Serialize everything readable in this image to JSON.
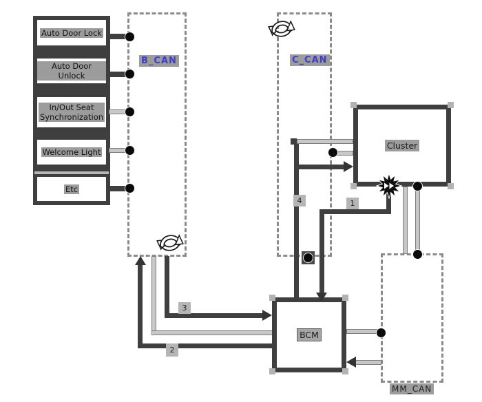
{
  "modules": {
    "items": [
      {
        "label": "Auto Door Lock"
      },
      {
        "label": "Auto Door Unlock"
      },
      {
        "label_line1": "In/Out Seat",
        "label_line2": "Synchronization"
      },
      {
        "label": "Welcome Light"
      },
      {
        "label": "Etc"
      }
    ]
  },
  "buses": {
    "b_can": {
      "label": "B_CAN"
    },
    "c_can": {
      "label": "C_CAN"
    },
    "mm_can": {
      "label": "MM_CAN"
    }
  },
  "nodes": {
    "cluster": {
      "label": "Cluster"
    },
    "bcm": {
      "label": "BCM"
    }
  },
  "wire_labels": {
    "w1": "1",
    "w2": "2",
    "w3": "3",
    "w4": "4"
  },
  "icons": {
    "bus_terminator": "cycle-arrows-icon",
    "fault_marker": "collision-burst-icon"
  },
  "colors": {
    "wire_dark": "#3f3f3f",
    "wire_gray": "#c8c8c8",
    "bus_label_blue": "#3e3ecb",
    "highlight_bg": "#9c9c9c",
    "dashed_border": "#8a8a8a"
  }
}
